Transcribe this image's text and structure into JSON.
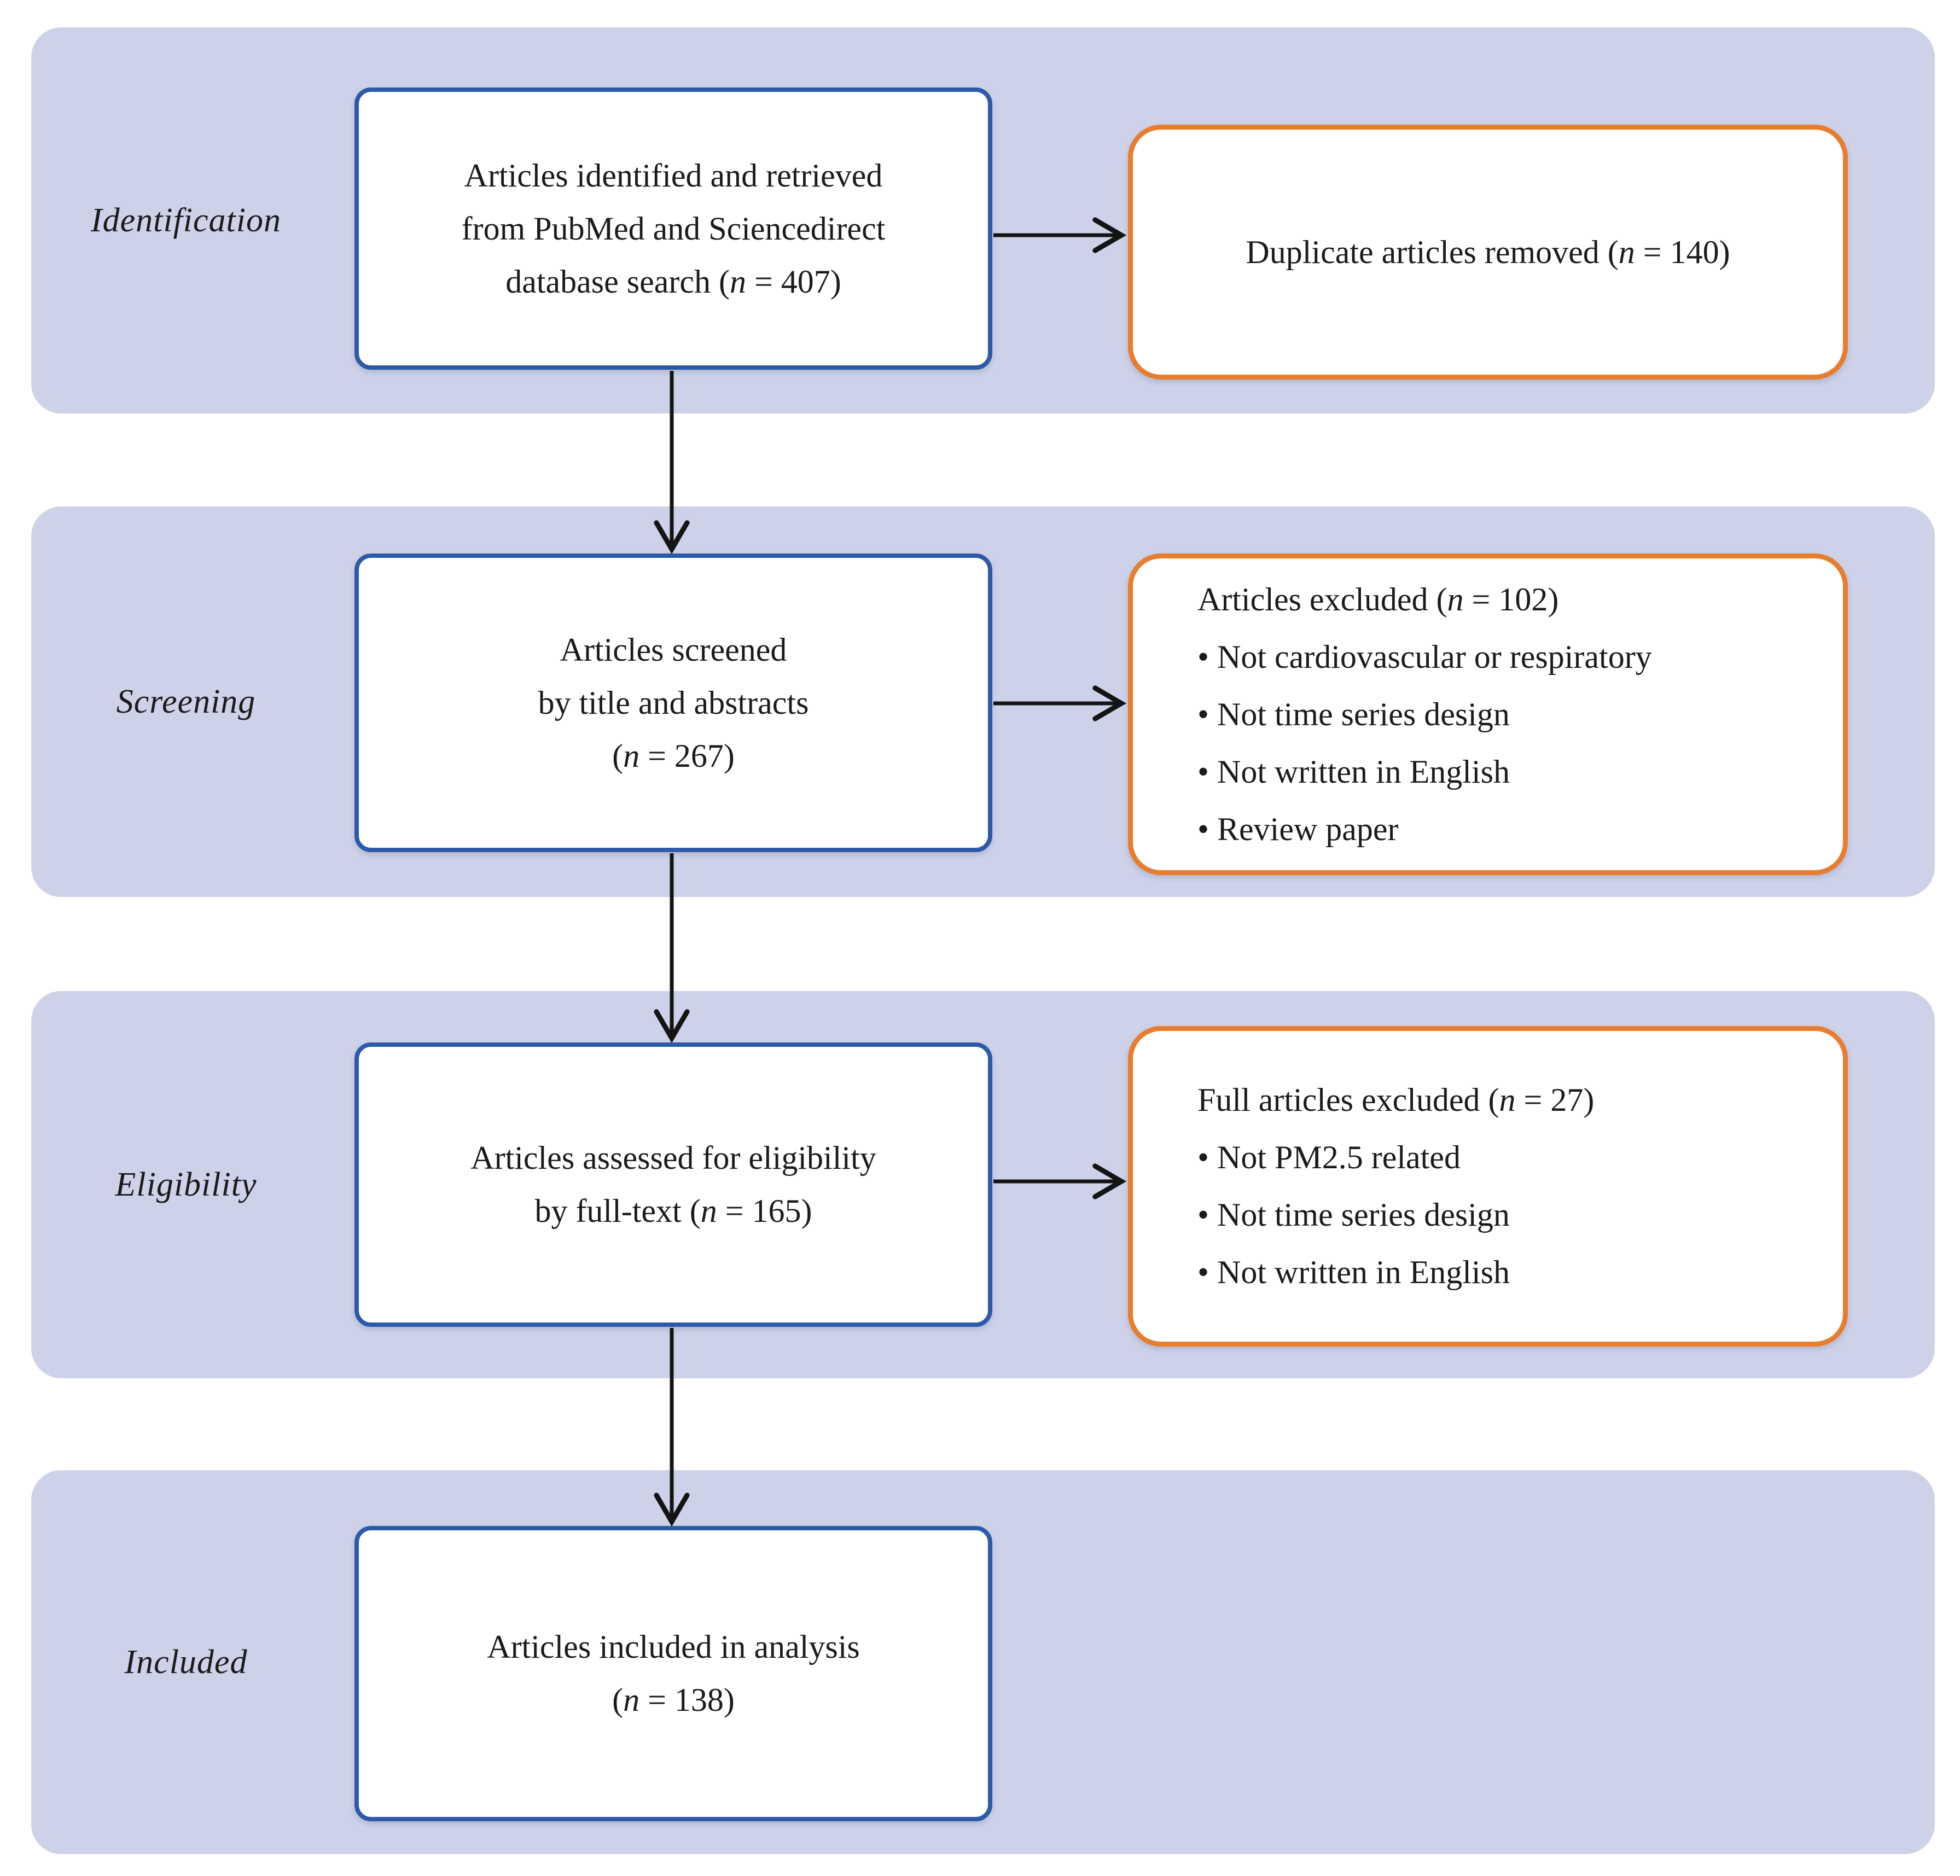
{
  "title": "Article selection flow diagram",
  "colors": {
    "band_background": "#CDD2E9",
    "flow_box_border": "#2D5AA8",
    "exclusion_box_border": "#E87D2D",
    "arrow": "#141414",
    "text": "#1B1B1B",
    "page_background": "#FFFFFF"
  },
  "stages": [
    {
      "id": "identification",
      "label": "Identification",
      "main_box": {
        "n": 407,
        "lines": [
          [
            {
              "t": "Articles identified and retrieved"
            }
          ],
          [
            {
              "t": "from PubMed and Sciencedirect"
            }
          ],
          [
            {
              "t": "database search ("
            },
            {
              "t": "n",
              "i": true
            },
            {
              "t": " = 407)"
            }
          ]
        ]
      },
      "side_box": {
        "n": 140,
        "lines": [
          [
            {
              "t": "Duplicate articles removed ("
            },
            {
              "t": "n",
              "i": true
            },
            {
              "t": " = 140)"
            }
          ]
        ]
      }
    },
    {
      "id": "screening",
      "label": "Screening",
      "main_box": {
        "n": 267,
        "lines": [
          [
            {
              "t": "Articles screened"
            }
          ],
          [
            {
              "t": "by title and abstracts"
            }
          ],
          [
            {
              "t": "("
            },
            {
              "t": "n",
              "i": true
            },
            {
              "t": " = 267)"
            }
          ]
        ]
      },
      "side_box": {
        "n": 102,
        "lines": [
          [
            {
              "t": "Articles excluded ("
            },
            {
              "t": "n",
              "i": true
            },
            {
              "t": " = 102)"
            }
          ],
          [
            {
              "t": "• Not cardiovascular or respiratory"
            }
          ],
          [
            {
              "t": "• Not time series design"
            }
          ],
          [
            {
              "t": "• Not written in English"
            }
          ],
          [
            {
              "t": "• Review paper"
            }
          ]
        ]
      }
    },
    {
      "id": "eligibility",
      "label": "Eligibility",
      "main_box": {
        "n": 165,
        "lines": [
          [
            {
              "t": "Articles assessed for eligibility"
            }
          ],
          [
            {
              "t": "by full-text ("
            },
            {
              "t": "n",
              "i": true
            },
            {
              "t": " = 165)"
            }
          ]
        ]
      },
      "side_box": {
        "n": 27,
        "lines": [
          [
            {
              "t": "Full articles excluded ("
            },
            {
              "t": "n",
              "i": true
            },
            {
              "t": " = 27)"
            }
          ],
          [
            {
              "t": "• Not PM2.5 related"
            }
          ],
          [
            {
              "t": "• Not time series design"
            }
          ],
          [
            {
              "t": "• Not written in English"
            }
          ]
        ]
      }
    },
    {
      "id": "included",
      "label": "Included",
      "main_box": {
        "n": 138,
        "lines": [
          [
            {
              "t": "Articles included in analysis"
            }
          ],
          [
            {
              "t": "("
            },
            {
              "t": "n",
              "i": true
            },
            {
              "t": " = 138)"
            }
          ]
        ]
      },
      "side_box": null
    }
  ]
}
